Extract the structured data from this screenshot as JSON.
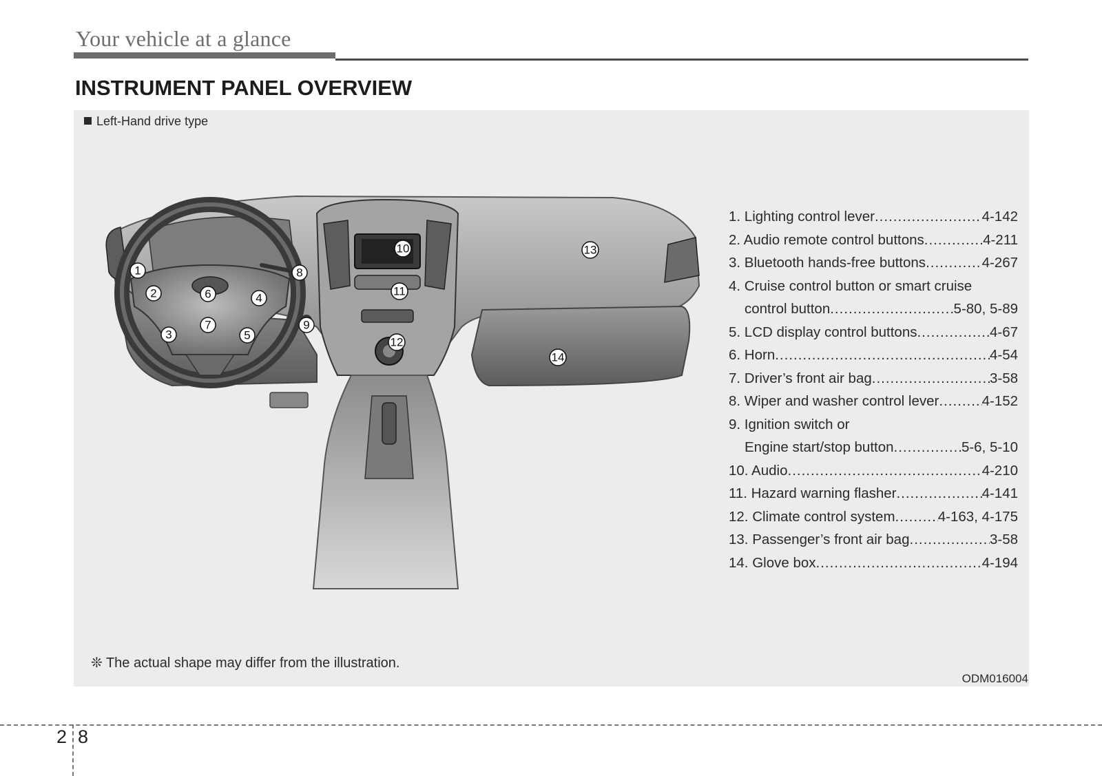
{
  "header": {
    "section_title": "Your vehicle at a glance",
    "page_heading": "INSTRUMENT PANEL OVERVIEW"
  },
  "figure": {
    "caption": "Left-Hand drive type",
    "note": "❊ The actual shape may differ from the illustration.",
    "code": "ODM016004",
    "callouts": [
      "1",
      "2",
      "3",
      "4",
      "5",
      "6",
      "7",
      "8",
      "9",
      "10",
      "11",
      "12",
      "13",
      "14"
    ]
  },
  "legend": [
    {
      "label": "1. Lighting control lever",
      "page": "4-142"
    },
    {
      "label": "2. Audio remote control buttons",
      "page": "4-211"
    },
    {
      "label": "3. Bluetooth hands-free buttons",
      "page": "4-267"
    },
    {
      "label_line1": "4. Cruise control button or smart cruise",
      "label": "control button",
      "page": "5-80, 5-89"
    },
    {
      "label": "5. LCD display control buttons",
      "page": "4-67"
    },
    {
      "label": "6. Horn",
      "page": "4-54"
    },
    {
      "label": "7. Driver’s front air bag",
      "page": "3-58"
    },
    {
      "label": "8. Wiper and washer control lever",
      "page": "4-152"
    },
    {
      "label_line1": "9. Ignition switch or",
      "label": "Engine start/stop button",
      "page": "5-6, 5-10"
    },
    {
      "label": "10. Audio",
      "page": "4-210"
    },
    {
      "label": "11. Hazard warning flasher",
      "page": "4-141"
    },
    {
      "label": "12. Climate control system",
      "page": "4-163, 4-175"
    },
    {
      "label": "13. Passenger’s front air bag",
      "page": "3-58"
    },
    {
      "label": "14. Glove box",
      "page": "4-194"
    }
  ],
  "footer": {
    "chapter": "2",
    "page": "8"
  }
}
